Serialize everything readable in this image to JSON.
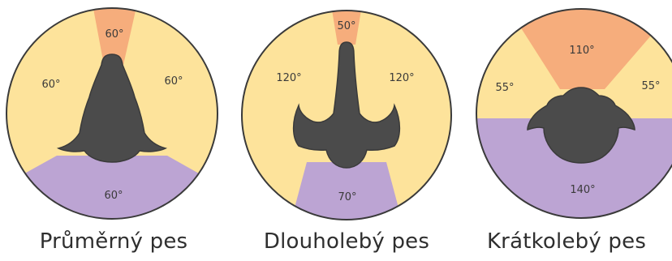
{
  "colors": {
    "yellow": "#fde39b",
    "orange": "#f6ad7c",
    "purple": "#bca4d3",
    "head": "#4b4b4b",
    "outline": "#3a3a3a"
  },
  "dogs": [
    {
      "caption": "Průměrný pes",
      "angles": {
        "top": "60°",
        "left": "60°",
        "right": "60°",
        "bottom": "60°"
      }
    },
    {
      "caption": "Dlouholebý pes",
      "angles": {
        "top": "50°",
        "left": "120°",
        "right": "120°",
        "bottom": "70°"
      }
    },
    {
      "caption": "Krátkolebý pes",
      "angles": {
        "top": "110°",
        "left": "55°",
        "right": "55°",
        "bottom": "140°"
      }
    }
  ]
}
